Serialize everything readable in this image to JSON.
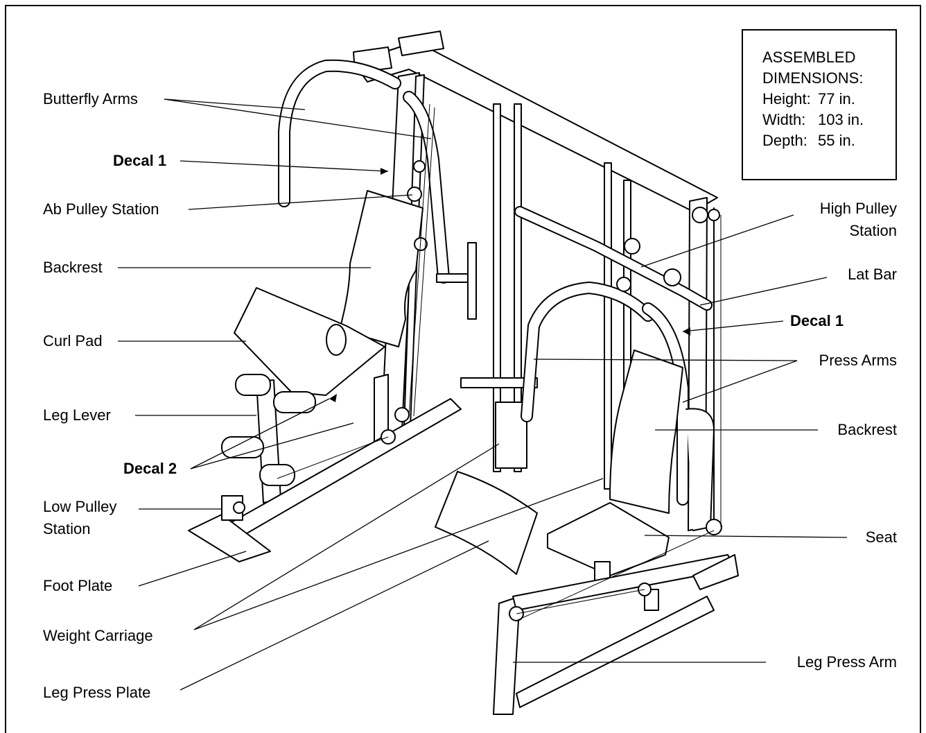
{
  "dimensions": {
    "title_line1": "ASSEMBLED",
    "title_line2": "DIMENSIONS:",
    "rows": [
      {
        "label": "Height:",
        "value": "77 in."
      },
      {
        "label": "Width:",
        "value": "103 in."
      },
      {
        "label": "Depth:",
        "value": "55 in."
      }
    ]
  },
  "labels": {
    "butterfly_arms": "Butterfly Arms",
    "decal1_left": "Decal 1",
    "ab_pulley": "Ab Pulley Station",
    "backrest_left": "Backrest",
    "curl_pad": "Curl Pad",
    "leg_lever": "Leg Lever",
    "decal2": "Decal 2",
    "low_pulley_1": "Low Pulley",
    "low_pulley_2": "Station",
    "foot_plate": "Foot Plate",
    "weight_carriage": "Weight Carriage",
    "leg_press_plate": "Leg Press Plate",
    "high_pulley_1": "High Pulley",
    "high_pulley_2": "Station",
    "lat_bar": "Lat Bar",
    "decal1_right": "Decal 1",
    "press_arms": "Press Arms",
    "backrest_right": "Backrest",
    "seat": "Seat",
    "leg_press_arm": "Leg Press Arm"
  }
}
